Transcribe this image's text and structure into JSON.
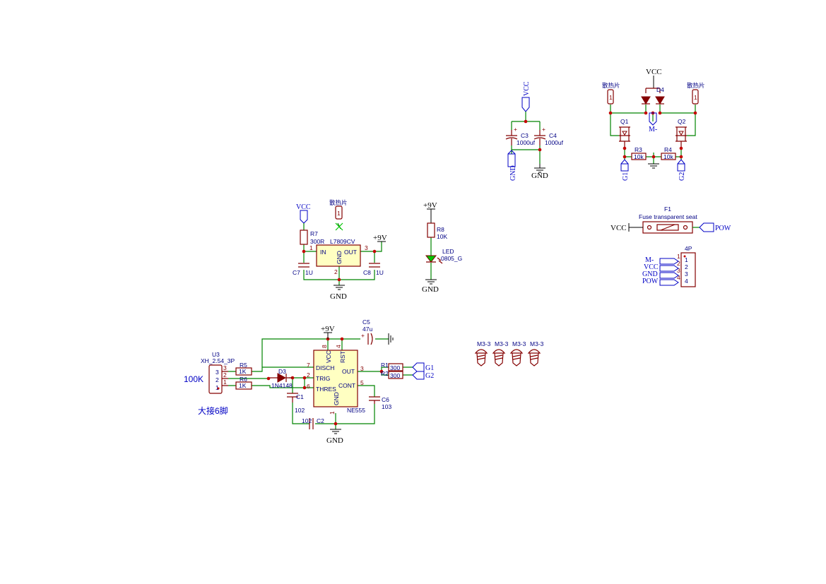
{
  "power": {
    "vcc": "VCC",
    "gnd": "GND",
    "p9v": "+9V",
    "pow": "POW",
    "m_minus": "M-",
    "g1": "G1",
    "g2": "G2"
  },
  "heatsink": "散热片",
  "caps_block": {
    "c3_ref": "C3",
    "c3_val": "1000uf",
    "c4_ref": "C4",
    "c4_val": "1000uf"
  },
  "hbridge": {
    "d4": "D4",
    "q1": "Q1",
    "q2": "Q2",
    "r3_ref": "R3",
    "r3_val": "10k",
    "r4_ref": "R4",
    "r4_val": "10k"
  },
  "regulator": {
    "r7_ref": "R7",
    "r7_val": "300R",
    "ic_ref": "L7809CV",
    "pin_in": "IN",
    "pin_out": "OUT",
    "pin_gnd": "GND",
    "pin1": "1",
    "pin2": "2",
    "pin3": "3",
    "c7_ref": "C7",
    "c7_val": "1U",
    "c8_ref": "C8",
    "c8_val": "1U"
  },
  "led_block": {
    "r8_ref": "R8",
    "r8_val": "10K",
    "led_ref": "LED",
    "led_val": "0805_G"
  },
  "fuse": {
    "ref": "F1",
    "val": "Fuse transparent seat"
  },
  "connector4p": {
    "ref": "4P",
    "pins": [
      "1",
      "2",
      "3",
      "4"
    ],
    "nets": [
      "M-",
      "VCC",
      "GND",
      "POW"
    ]
  },
  "timer": {
    "u3_ref": "U3",
    "u3_val": "XH_2.54_3P",
    "pot_label": "100K",
    "note": "大接6脚",
    "r5_ref": "R5",
    "r5_val": "1K",
    "r6_ref": "R6",
    "r6_val": "1K",
    "d3_ref": "D3",
    "d3_val": "1N4148",
    "c1_ref": "C1",
    "c1_val": "102",
    "c2_ref": "C2",
    "c2_val": "102",
    "c5_ref": "C5",
    "c5_val": "47u",
    "c6_ref": "C6",
    "c6_val": "103",
    "r1_ref": "R1",
    "r1_val": "300",
    "r2_ref": "R2",
    "r2_val": "300",
    "ic_val": "NE555",
    "pins": {
      "disch": "DISCH",
      "trig": "TRIG",
      "thres": "THRES",
      "out": "OUT",
      "cont": "CONT",
      "vcc": "VCC",
      "rst": "RST",
      "gnd": "GND"
    },
    "pin_nums": {
      "p1": "1",
      "p2": "2",
      "p3": "3",
      "p4": "4",
      "p5": "5",
      "p6": "6",
      "p7": "7",
      "p8": "8"
    },
    "u3_pins": [
      "3",
      "2",
      "1"
    ]
  },
  "screws": [
    "M3-3",
    "M3-3",
    "M3-3",
    "M3-3"
  ]
}
